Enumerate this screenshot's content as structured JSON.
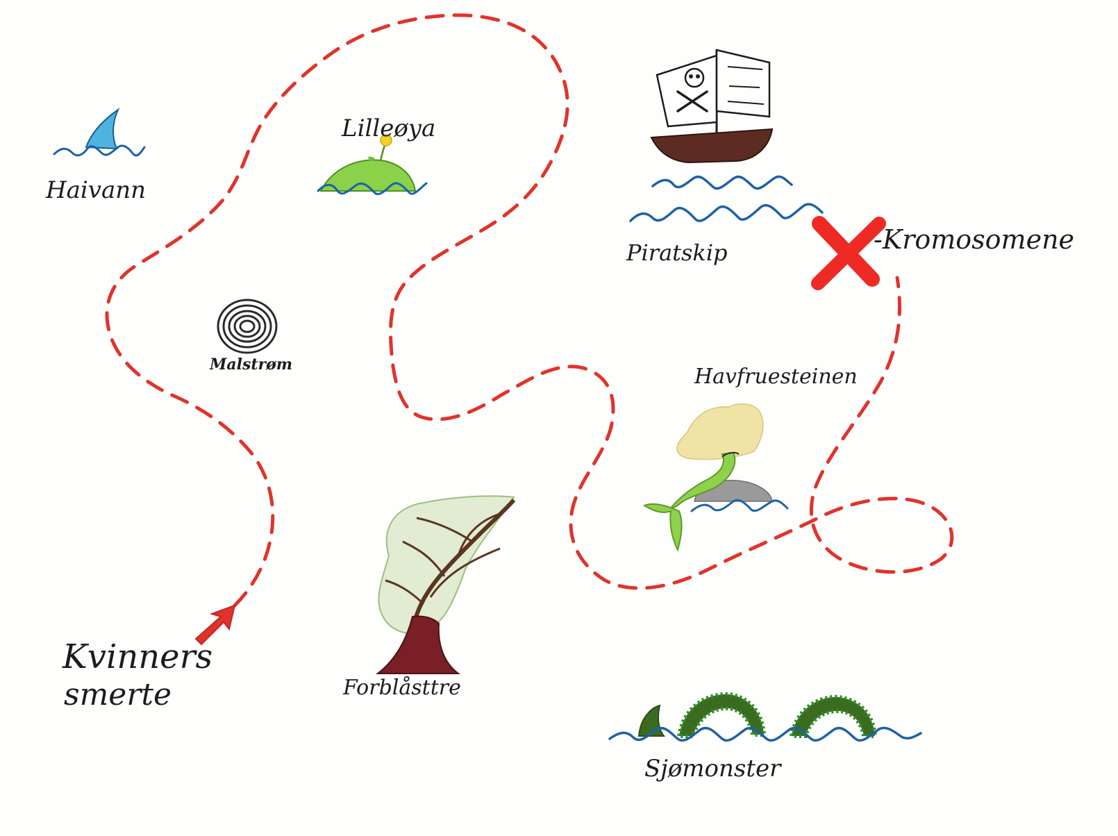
{
  "labels": {
    "haivann": "Haivann",
    "lilleoya": "Lilleøya",
    "piratskip": "Piratskip",
    "kromosomene": "-Kromosomene",
    "malstrom": "Malstrøm",
    "havfruesteinen": "Havfruesteinen",
    "kvinners": "Kvinners",
    "smerte": "smerte",
    "forblasttre": "Forblåsttre",
    "sjomonster": "Sjømonster"
  },
  "colors": {
    "path": "#e0332b",
    "water": "#1c62a8",
    "shark_fin": "#4fb3e0",
    "island": "#8bd14a",
    "flower": "#f2d22c",
    "ship_hull": "#5c2c22",
    "x_mark": "#ee2a24",
    "tree_trunk": "#7a1f26",
    "tree_foliage": "#c9dcae",
    "mermaid_tail": "#8fd14b",
    "mermaid_hair": "#efe2a2",
    "rock": "#9a9a9a",
    "monster": "#3a6b1f",
    "monster_spikes": "#2f8a2a"
  },
  "icons": [
    "shark-fin-icon",
    "island-icon",
    "pirate-ship-icon",
    "x-mark-icon",
    "whirlpool-icon",
    "mermaid-icon",
    "tree-icon",
    "sea-monster-icon",
    "start-arrow-icon"
  ]
}
